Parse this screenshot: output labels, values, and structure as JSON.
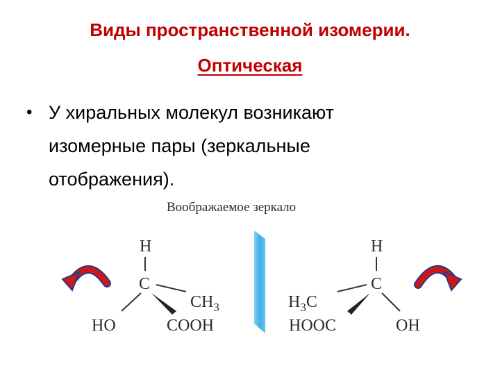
{
  "title": {
    "line1": "Виды пространственной изомерии.",
    "line2": "Оптическая"
  },
  "bullet": {
    "symbol": "•",
    "lines": [
      "У хиральных молекул возникают",
      "изомерные пары (зеркальные",
      "отображения)."
    ]
  },
  "figure": {
    "mirror_caption": "Воображаемое зеркало",
    "left_molecule": {
      "top": "H",
      "center": "C",
      "right_group": "CH",
      "right_group_sub": "3",
      "bottom_left": "HO",
      "bottom_right": "COOH"
    },
    "right_molecule": {
      "top": "H",
      "center": "C",
      "left_group": "H",
      "left_group_sub": "3",
      "left_group_tail": "C",
      "bottom_left": "HOOC",
      "bottom_right": "OH"
    }
  },
  "colors": {
    "title": "#c00000",
    "mirror": "#4ab4e6",
    "arrow": "#d01818",
    "arrow_outline": "#1f3c88"
  },
  "icons": {
    "left_arrow": "counterclockwise-arrow-icon",
    "right_arrow": "clockwise-arrow-icon"
  }
}
